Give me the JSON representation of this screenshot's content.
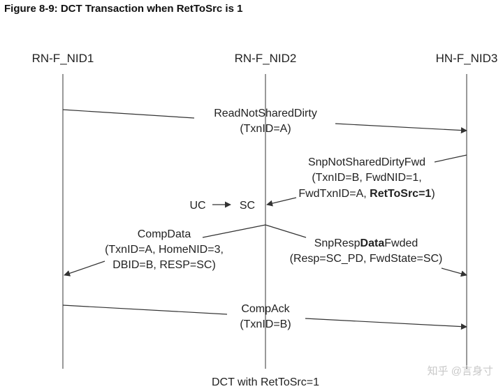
{
  "figure_title": "Figure 8-9: DCT Transaction when RetToSrc is 1",
  "nodes": [
    "RN-F_NID1",
    "RN-F_NID2",
    "HN-F_NID3"
  ],
  "messages": {
    "read_not_shared_dirty": {
      "line1": "ReadNotSharedDirty",
      "line2": "(TxnID=A)"
    },
    "snp_not_shared_dirty_fwd": {
      "line1": "SnpNotSharedDirtyFwd",
      "line2": "(TxnID=B, FwdNID=1,",
      "line3_pre": "FwdTxnID=A, ",
      "line3_bold": "RetToSrc=1",
      "line3_post": ")"
    },
    "state_change": {
      "from": "UC",
      "to": "SC"
    },
    "comp_data": {
      "line1": "CompData",
      "line2": "(TxnID=A, HomeNID=3,",
      "line3": "DBID=B, RESP=SC)"
    },
    "snp_resp_data_fwded": {
      "line1_pre": "SnpResp",
      "line1_bold": "Data",
      "line1_post": "Fwded",
      "line2": "(Resp=SC_PD, FwdState=SC)"
    },
    "comp_ack": {
      "line1": "CompAck",
      "line2": "(TxnID=B)"
    }
  },
  "caption": "DCT with RetToSrc=1",
  "watermark": "知乎 @言身寸"
}
